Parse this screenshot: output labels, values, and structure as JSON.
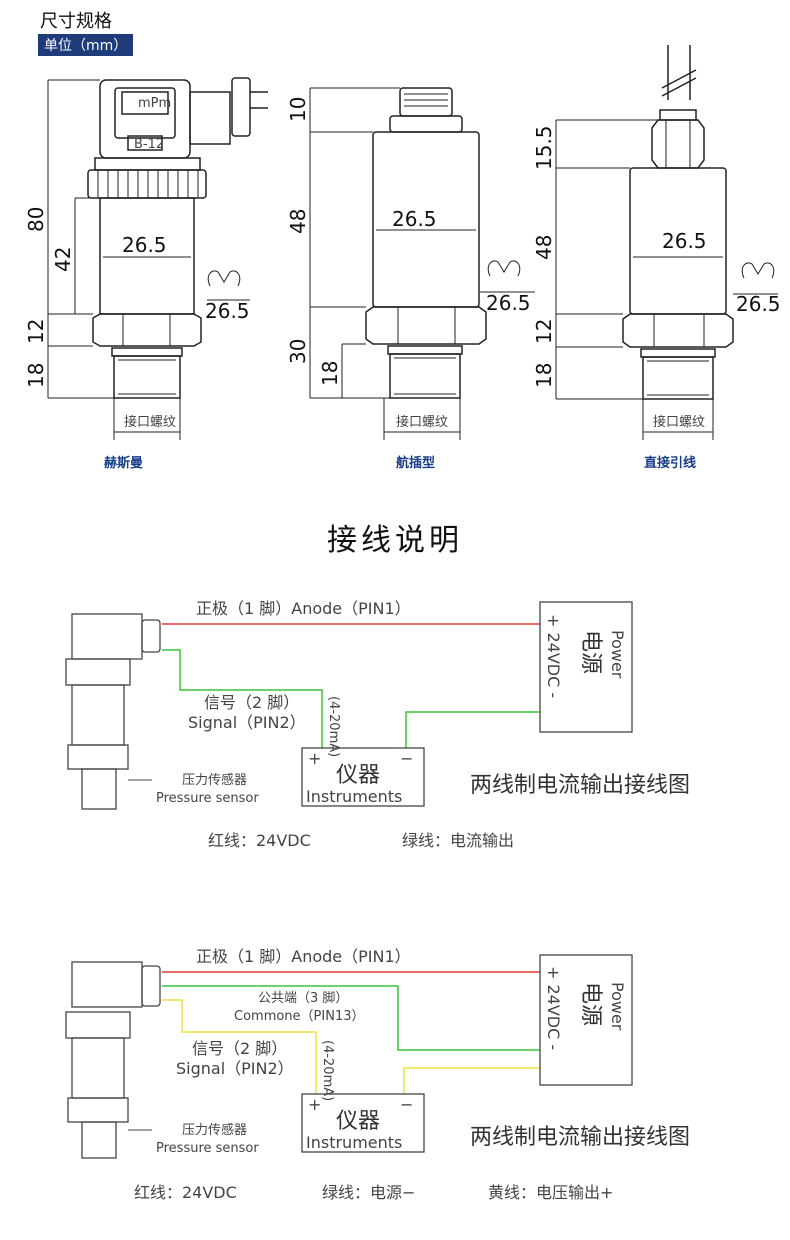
{
  "header": {
    "title": "尺寸规格",
    "unit": "单位（mm）"
  },
  "drawings": [
    {
      "caption": "赫斯曼",
      "dims": [
        "80",
        "42",
        "12",
        "18"
      ],
      "diameter": "26.5",
      "hex": "26.5",
      "thread": "接口螺纹",
      "plate": "mPm",
      "plate_code": "B-12"
    },
    {
      "caption": "航插型",
      "dims": [
        "10",
        "48",
        "30",
        "18"
      ],
      "diameter": "26.5",
      "hex": "26.5",
      "thread": "接口螺纹"
    },
    {
      "caption": "直接引线",
      "dims": [
        "15.5",
        "48",
        "12",
        "18"
      ],
      "diameter": "26.5",
      "hex": "26.5",
      "thread": "接口螺纹"
    }
  ],
  "section_title": "接线说明",
  "wiring1": {
    "anode": "正极（1 脚）Anode（PIN1）",
    "signal_cn": "信号（2 脚）",
    "signal_en": "Signal（PIN2）",
    "current": "(4-20mA)",
    "instrument_cn": "仪器",
    "instrument_en": "Instruments",
    "plus": "+",
    "minus": "−",
    "sensor_cn": "压力传感器",
    "sensor_en": "Pressure sensor",
    "power_en": "Power",
    "power_cn": "电源",
    "power_v": "+ 24VDC -",
    "diagram_title": "两线制电流输出接线图",
    "legend": [
      "红线：24VDC",
      "绿线：电流输出"
    ]
  },
  "wiring2": {
    "anode": "正极（1 脚）Anode（PIN1）",
    "common_cn": "公共端（3 脚）",
    "common_en": "Commone（PIN13）",
    "signal_cn": "信号（2 脚）",
    "signal_en": "Signal（PIN2）",
    "current": "(4-20mA)",
    "instrument_cn": "仪器",
    "instrument_en": "Instruments",
    "plus": "+",
    "minus": "−",
    "sensor_cn": "压力传感器",
    "sensor_en": "Pressure sensor",
    "power_en": "Power",
    "power_cn": "电源",
    "power_v": "+ 24VDC -",
    "diagram_title": "两线制电流输出接线图",
    "legend": [
      "红线：24VDC",
      "绿线：电源−",
      "黄线：电压输出+"
    ]
  },
  "colors": {
    "red": "#e53935",
    "green": "#3cc43c",
    "yellow": "#f0e040",
    "navy": "#1f3b7a"
  }
}
